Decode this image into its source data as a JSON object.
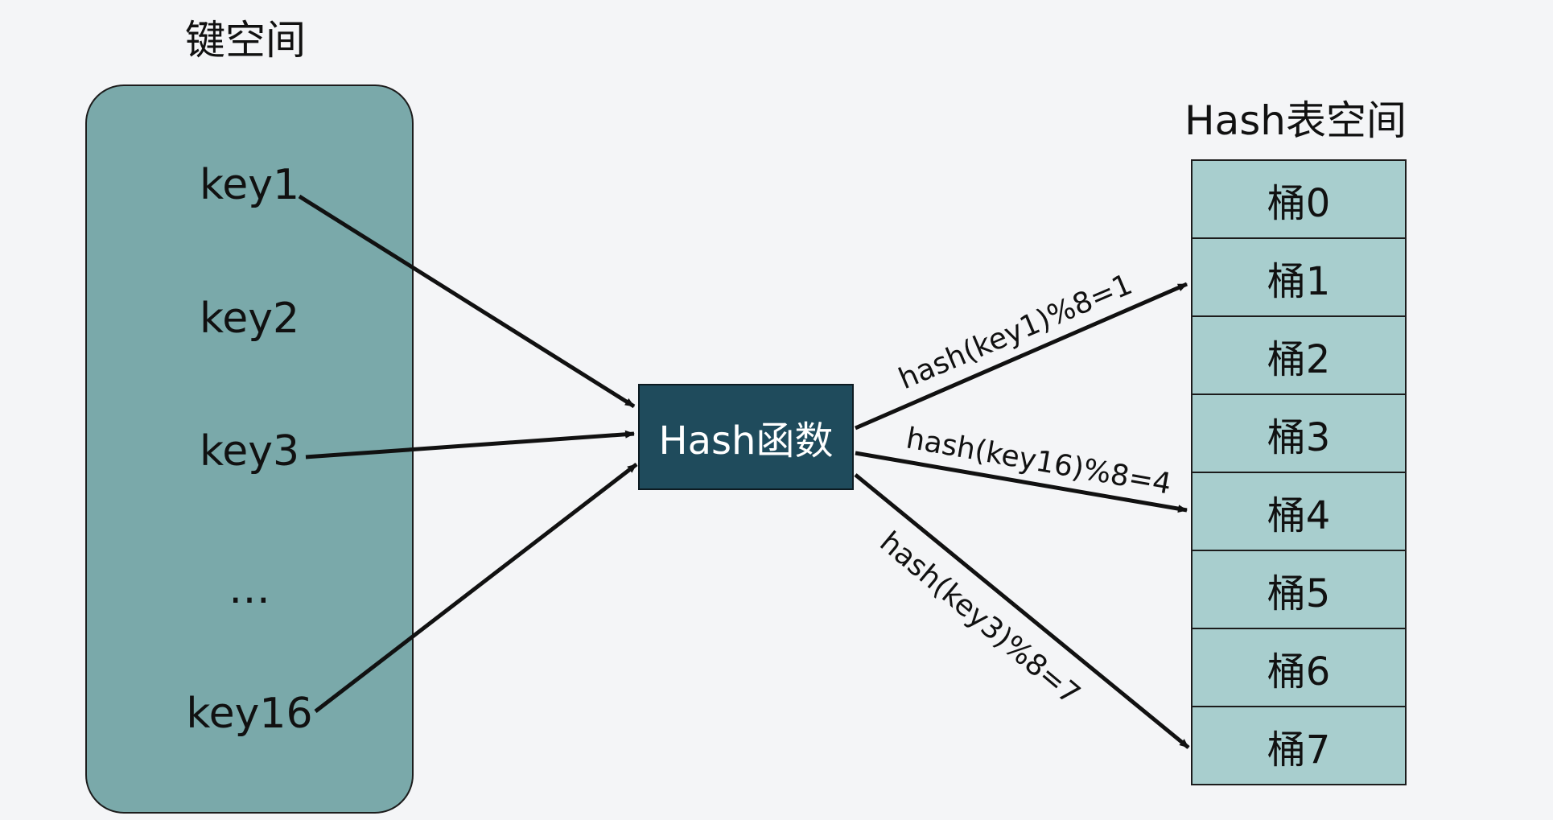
{
  "key_space": {
    "title": "键空间",
    "keys": [
      "key1",
      "key2",
      "key3",
      "…",
      "key16"
    ]
  },
  "hash_function": {
    "label": "Hash函数"
  },
  "hash_space": {
    "title": "Hash表空间",
    "buckets": [
      "桶0",
      "桶1",
      "桶2",
      "桶3",
      "桶4",
      "桶5",
      "桶6",
      "桶7"
    ]
  },
  "mappings": [
    {
      "label": "hash(key1)%8=1",
      "from": "key1",
      "to_bucket": 1
    },
    {
      "label": "hash(key16)%8=4",
      "from": "key16",
      "to_bucket": 4
    },
    {
      "label": "hash(key3)%8=7",
      "from": "key3",
      "to_bucket": 7
    }
  ],
  "colors": {
    "background": "#f4f5f7",
    "key_space_fill": "#7aa9aa",
    "hash_function_fill": "#1f4b5c",
    "bucket_fill": "#a8cece",
    "line": "#111111"
  }
}
